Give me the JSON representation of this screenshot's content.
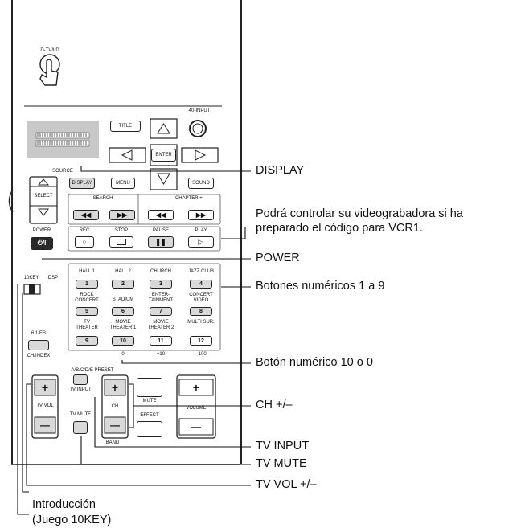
{
  "remote": {
    "d_tvld": "D-TV/LD",
    "input_40": "40-INPUT",
    "title": "TITLE",
    "enter": "ENTER",
    "source": "SOURCE",
    "select": "SELECT",
    "display": "DISPLAY",
    "menu": "MENU",
    "sound": "SOUND",
    "search": "SEARCH",
    "chapter": "— CHAPTER +",
    "power": "POWER",
    "rec": "REC",
    "stop": "STOP",
    "pause": "PAUSE",
    "play": "PLAY",
    "tenkey": "10KEY",
    "dsp": "DSP",
    "six_one_es": "6.1/ES",
    "ch_index": "CH/INDEX",
    "numeric_keys": [
      {
        "label": "HALL 1",
        "num": "1"
      },
      {
        "label": "HALL 2",
        "num": "2"
      },
      {
        "label": "CHURCH",
        "num": "3"
      },
      {
        "label": "JAZZ CLUB",
        "num": "4"
      },
      {
        "label": "ROCK CONCERT",
        "num": "5"
      },
      {
        "label": "STADIUM",
        "num": "6"
      },
      {
        "label": "ENTER-TAINMENT",
        "num": "7"
      },
      {
        "label": "CONCERT VIDEO",
        "num": "8"
      },
      {
        "label": "TV THEATER",
        "num": "9"
      },
      {
        "label": "MOVIE THEATER 1",
        "num": "10"
      },
      {
        "label": "MOVIE THEATER 2",
        "num": "11"
      },
      {
        "label": "MULTI SUR.",
        "num": "12"
      }
    ],
    "sub_zero": "0",
    "sub_plus10": "+10",
    "sub_minus100": "–100",
    "abcde_preset": "A/B/C/D/E PRESET",
    "tv_input": "TV INPUT",
    "tv_vol": "TV VOL",
    "tv_mute": "TV MUTE",
    "ch": "CH",
    "mute": "MUTE",
    "effect": "EFFECT",
    "volume": "VOLUME",
    "band": "BAND",
    "plus": "+",
    "minus": "—"
  },
  "callouts": {
    "display": "DISPLAY",
    "vcr_1": "Podrá controlar su videograbadora si ha",
    "vcr_2": "preparado el código para VCR1.",
    "power": "POWER",
    "numeric_1_9": "Botones numéricos 1 a 9",
    "numeric_10_0": "Botón numérico 10 o 0",
    "ch": "CH +/–",
    "tv_input": "TV INPUT",
    "tv_mute": "TV MUTE",
    "tv_vol": "TV VOL +/–",
    "intro_1": "Introducción",
    "intro_2": "(Juego 10KEY)"
  }
}
